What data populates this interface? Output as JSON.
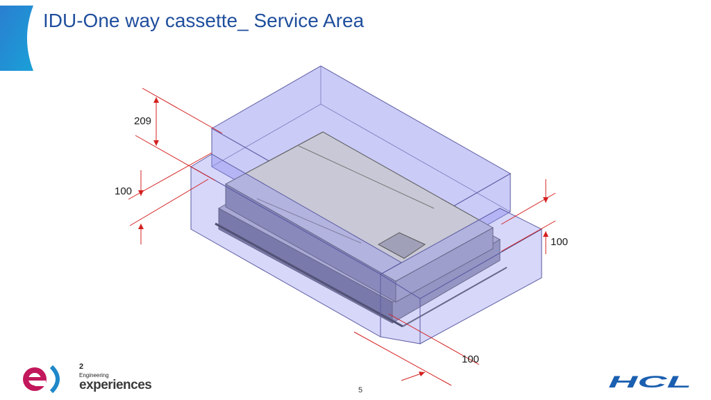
{
  "header": {
    "title": "IDU-One way cassette_ Service Area"
  },
  "dimensions": {
    "top_clearance": "209",
    "left_clearance": "100",
    "right_clearance": "100",
    "front_clearance": "100"
  },
  "footer": {
    "page_number": "5",
    "logo_left_superscript": "2",
    "logo_left_small": "Engineering",
    "logo_left_big": "experiences",
    "logo_right": "HCL"
  },
  "colors": {
    "title": "#1f4e9c",
    "accent": "#1e88c9",
    "service_box_fill": "#8c8cf0",
    "dimension_line": "#d42020",
    "hcl_logo": "#1a5fb0"
  }
}
